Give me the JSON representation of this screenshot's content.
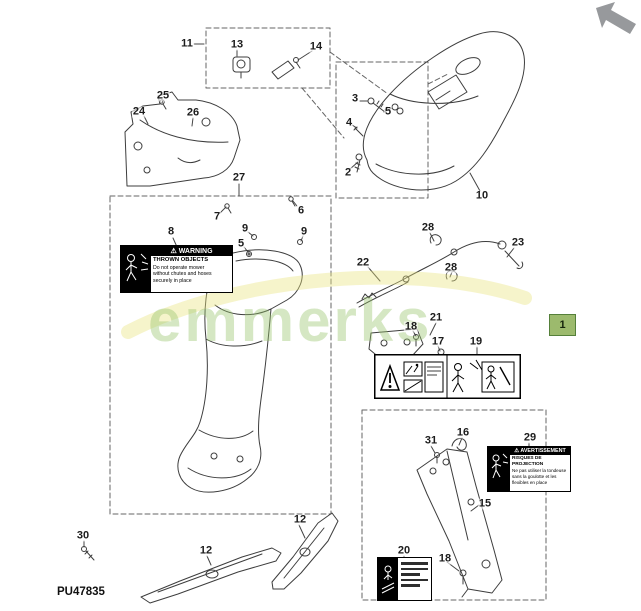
{
  "page": {
    "diagram_code": "PU47835",
    "watermark": "emmerks",
    "selected_callout": "1",
    "highlight_color": "#9cba6d"
  },
  "callouts": {
    "n1": "1",
    "n2": "2",
    "n3": "3",
    "n4": "4",
    "n5": "5",
    "n6": "6",
    "n7": "7",
    "n8": "8",
    "n9": "9",
    "n10": "10",
    "n11": "11",
    "n12": "12",
    "n13": "13",
    "n14": "14",
    "n15": "15",
    "n16": "16",
    "n17": "17",
    "n18": "18",
    "n19": "19",
    "n20": "20",
    "n21": "21",
    "n22": "22",
    "n23": "23",
    "n24": "24",
    "n25": "25",
    "n26": "26",
    "n27": "27",
    "n28": "28",
    "n29": "29",
    "n30": "30",
    "n31": "31"
  },
  "labels": {
    "warning": {
      "header": "⚠ WARNING",
      "title": "THROWN OBJECTS",
      "line1": "Do not operate mower",
      "line2": "without chutes and hoses",
      "line3": "securely in place"
    },
    "avertissement": {
      "header": "⚠ AVERTISSEMENT",
      "title": "RISQUES DE PROJECTION",
      "line1": "Ne pas utiliser la tondeuse",
      "line2": "sans la goulotte et les",
      "line3": "flexibles en place"
    },
    "pictogram_strip": {
      "icons": [
        "warning-triangle",
        "thrown-objects",
        "blade-contact",
        "read-manual",
        "keep-bystanders-away"
      ]
    },
    "blade_hazard": {
      "icons": [
        "thrown-objects-pictogram"
      ]
    }
  }
}
